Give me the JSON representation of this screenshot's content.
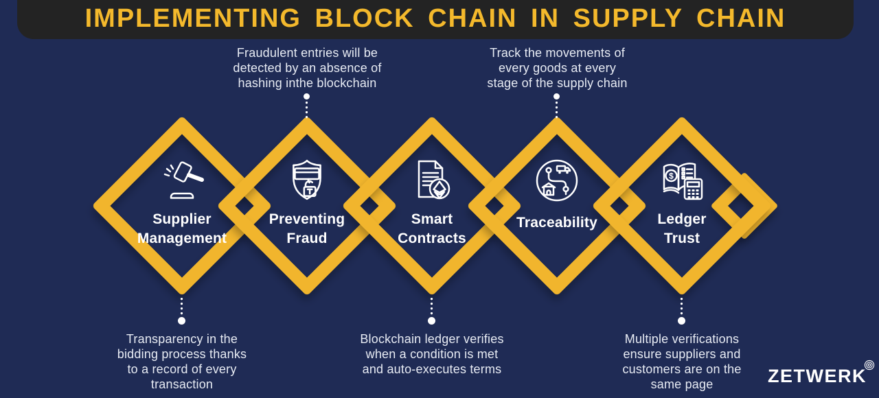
{
  "title": "IMPLEMENTING BLOCK CHAIN IN SUPPLY CHAIN",
  "colors": {
    "background": "#1F2B55",
    "accent_yellow": "#F1B52D",
    "title_bar": "#232323",
    "title_text": "#F4B92C",
    "body_text": "#E8ECF4",
    "label_text": "#FFFFFF"
  },
  "nodes": [
    {
      "label": "Supplier Management",
      "icon": "gavel-icon"
    },
    {
      "label": "Preventing Fraud",
      "icon": "shield-card-lock-icon"
    },
    {
      "label": "Smart Contracts",
      "icon": "contract-ethereum-icon"
    },
    {
      "label": "Traceability",
      "icon": "route-truck-icon"
    },
    {
      "label": "Ledger Trust",
      "icon": "ledger-calculator-icon"
    }
  ],
  "top_annotations": [
    {
      "target": "Preventing Fraud",
      "text": "Fraudulent entries will be detected by an absence of hashing inthe blockchain"
    },
    {
      "target": "Traceability",
      "text": "Track the movements of every goods at every stage of the supply chain"
    }
  ],
  "bottom_annotations": [
    {
      "target": "Supplier Management",
      "text": "Transparency in the bidding process thanks to  a record of every transaction"
    },
    {
      "target": "Smart Contracts",
      "text": "Blockchain ledger verifies when a condition is met and auto-executes terms"
    },
    {
      "target": "Ledger Trust",
      "text": "Multiple verifications ensure suppliers and customers are on the same page"
    }
  ],
  "brand": {
    "name": "ZETWERK"
  }
}
